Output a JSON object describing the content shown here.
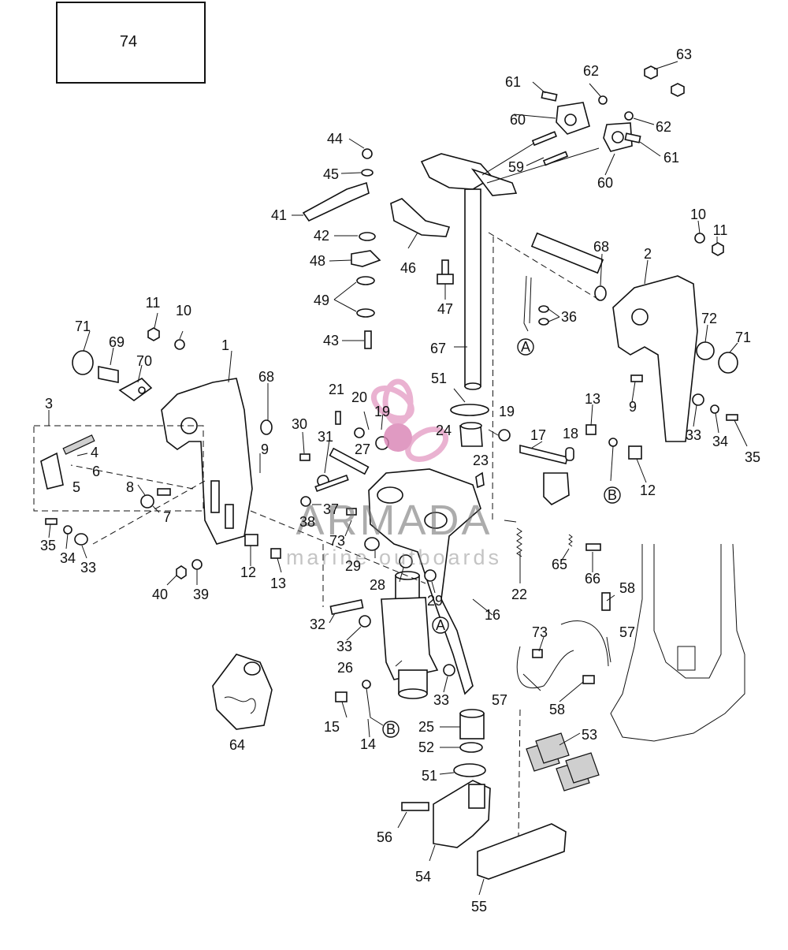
{
  "diagram": {
    "reference_box": "74",
    "watermark": {
      "brand": "ARMADA",
      "tagline": "marine outboards",
      "logo_color": "#e5a0c6"
    },
    "callouts": [
      {
        "id": "c1",
        "text": "1"
      },
      {
        "id": "c2",
        "text": "2"
      },
      {
        "id": "c3",
        "text": "3"
      },
      {
        "id": "c4",
        "text": "4"
      },
      {
        "id": "c5",
        "text": "5"
      },
      {
        "id": "c6",
        "text": "6"
      },
      {
        "id": "c7",
        "text": "7"
      },
      {
        "id": "c8",
        "text": "8"
      },
      {
        "id": "c9a",
        "text": "9"
      },
      {
        "id": "c9b",
        "text": "9"
      },
      {
        "id": "c10a",
        "text": "10"
      },
      {
        "id": "c10b",
        "text": "10"
      },
      {
        "id": "c11a",
        "text": "11"
      },
      {
        "id": "c11b",
        "text": "11"
      },
      {
        "id": "c12a",
        "text": "12"
      },
      {
        "id": "c12b",
        "text": "12"
      },
      {
        "id": "c13a",
        "text": "13"
      },
      {
        "id": "c13b",
        "text": "13"
      },
      {
        "id": "c14",
        "text": "14"
      },
      {
        "id": "c15",
        "text": "15"
      },
      {
        "id": "c16",
        "text": "16"
      },
      {
        "id": "c17",
        "text": "17"
      },
      {
        "id": "c18",
        "text": "18"
      },
      {
        "id": "c19a",
        "text": "19"
      },
      {
        "id": "c19b",
        "text": "19"
      },
      {
        "id": "c20",
        "text": "20"
      },
      {
        "id": "c21",
        "text": "21"
      },
      {
        "id": "c22",
        "text": "22"
      },
      {
        "id": "c23",
        "text": "23"
      },
      {
        "id": "c24",
        "text": "24"
      },
      {
        "id": "c25",
        "text": "25"
      },
      {
        "id": "c26",
        "text": "26"
      },
      {
        "id": "c27",
        "text": "27"
      },
      {
        "id": "c28",
        "text": "28"
      },
      {
        "id": "c29a",
        "text": "29"
      },
      {
        "id": "c29b",
        "text": "29"
      },
      {
        "id": "c30",
        "text": "30"
      },
      {
        "id": "c31",
        "text": "31"
      },
      {
        "id": "c32",
        "text": "32"
      },
      {
        "id": "c33a",
        "text": "33"
      },
      {
        "id": "c33b",
        "text": "33"
      },
      {
        "id": "c33c",
        "text": "33"
      },
      {
        "id": "c33d",
        "text": "33"
      },
      {
        "id": "c34a",
        "text": "34"
      },
      {
        "id": "c34b",
        "text": "34"
      },
      {
        "id": "c35a",
        "text": "35"
      },
      {
        "id": "c35b",
        "text": "35"
      },
      {
        "id": "c36",
        "text": "36"
      },
      {
        "id": "c37",
        "text": "37"
      },
      {
        "id": "c38",
        "text": "38"
      },
      {
        "id": "c39",
        "text": "39"
      },
      {
        "id": "c40",
        "text": "40"
      },
      {
        "id": "c41",
        "text": "41"
      },
      {
        "id": "c42",
        "text": "42"
      },
      {
        "id": "c43",
        "text": "43"
      },
      {
        "id": "c44",
        "text": "44"
      },
      {
        "id": "c45",
        "text": "45"
      },
      {
        "id": "c46",
        "text": "46"
      },
      {
        "id": "c47",
        "text": "47"
      },
      {
        "id": "c48",
        "text": "48"
      },
      {
        "id": "c49",
        "text": "49"
      },
      {
        "id": "c51a",
        "text": "51"
      },
      {
        "id": "c51b",
        "text": "51"
      },
      {
        "id": "c52",
        "text": "52"
      },
      {
        "id": "c53",
        "text": "53"
      },
      {
        "id": "c54",
        "text": "54"
      },
      {
        "id": "c55",
        "text": "55"
      },
      {
        "id": "c56",
        "text": "56"
      },
      {
        "id": "c57a",
        "text": "57"
      },
      {
        "id": "c57b",
        "text": "57"
      },
      {
        "id": "c58a",
        "text": "58"
      },
      {
        "id": "c58b",
        "text": "58"
      },
      {
        "id": "c59",
        "text": "59"
      },
      {
        "id": "c60a",
        "text": "60"
      },
      {
        "id": "c60b",
        "text": "60"
      },
      {
        "id": "c61a",
        "text": "61"
      },
      {
        "id": "c61b",
        "text": "61"
      },
      {
        "id": "c62a",
        "text": "62"
      },
      {
        "id": "c62b",
        "text": "62"
      },
      {
        "id": "c63",
        "text": "63"
      },
      {
        "id": "c64",
        "text": "64"
      },
      {
        "id": "c65",
        "text": "65"
      },
      {
        "id": "c66",
        "text": "66"
      },
      {
        "id": "c67",
        "text": "67"
      },
      {
        "id": "c68a",
        "text": "68"
      },
      {
        "id": "c68b",
        "text": "68"
      },
      {
        "id": "c69",
        "text": "69"
      },
      {
        "id": "c70",
        "text": "70"
      },
      {
        "id": "c71a",
        "text": "71"
      },
      {
        "id": "c71b",
        "text": "71"
      },
      {
        "id": "c72",
        "text": "72"
      },
      {
        "id": "c73a",
        "text": "73"
      },
      {
        "id": "c73b",
        "text": "73"
      }
    ],
    "connectors": [
      {
        "id": "cA1",
        "text": "A"
      },
      {
        "id": "cA2",
        "text": "A"
      },
      {
        "id": "cB1",
        "text": "B"
      },
      {
        "id": "cB2",
        "text": "B"
      }
    ]
  }
}
